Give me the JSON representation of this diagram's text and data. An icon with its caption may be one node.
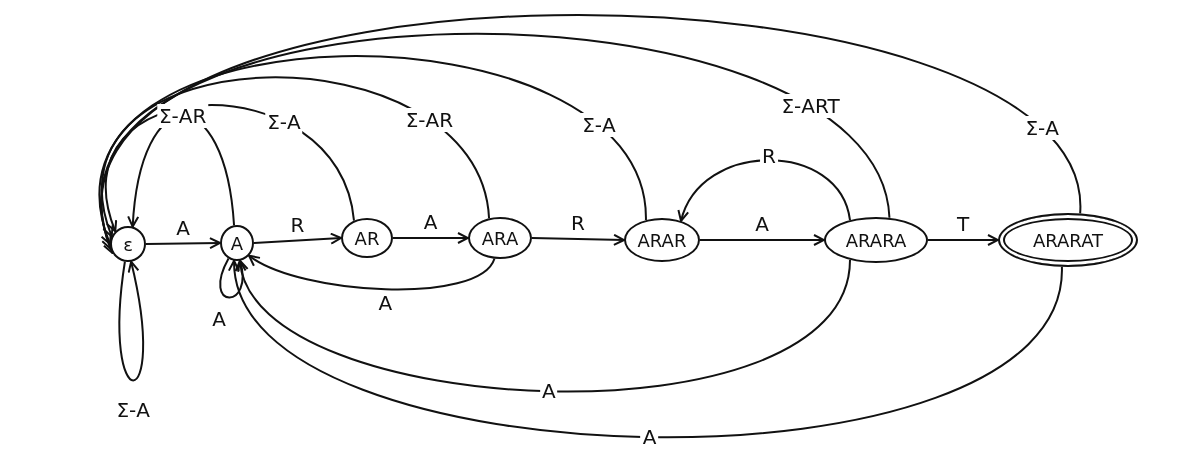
{
  "diagram": {
    "nodes": [
      {
        "text": [
          "ε"
        ]
      },
      {
        "text": [
          "A"
        ]
      },
      {
        "text": [
          "AR"
        ]
      },
      {
        "text": [
          "ARA"
        ]
      },
      {
        "text": [
          "ARAR"
        ]
      },
      {
        "text": [
          "ARARA"
        ]
      },
      {
        "text": [
          "ARARAT"
        ]
      }
    ],
    "edges": [
      {
        "from": 0,
        "to": 1,
        "arrow": "to",
        "label": "A"
      },
      {
        "from": 1,
        "to": 2,
        "arrow": "to",
        "label": "R"
      },
      {
        "from": 2,
        "to": 3,
        "arrow": "to",
        "label": "A"
      },
      {
        "from": 3,
        "to": 4,
        "arrow": "to",
        "label": "R"
      },
      {
        "from": 4,
        "to": 5,
        "arrow": "to",
        "label": "A"
      },
      {
        "from": 5,
        "to": 6,
        "arrow": "to",
        "label": "T"
      },
      {
        "from": 1,
        "to": 0,
        "arrow": "to",
        "label": "Σ-AR"
      },
      {
        "from": 2,
        "to": 0,
        "arrow": "to",
        "label": "Σ-A"
      },
      {
        "from": 3,
        "to": 0,
        "arrow": "to",
        "label": "Σ-AR"
      },
      {
        "from": 4,
        "to": 0,
        "arrow": "to",
        "label": "Σ-A"
      },
      {
        "from": 5,
        "to": 0,
        "arrow": "to",
        "label": "Σ-ART"
      },
      {
        "from": 6,
        "to": 0,
        "arrow": "to",
        "label": "Σ-A"
      },
      {
        "from": 5,
        "to": 4,
        "arrow": "to",
        "label": "R"
      },
      {
        "from": 3,
        "to": 1,
        "arrow": "to",
        "label": "A"
      },
      {
        "from": 5,
        "to": 1,
        "arrow": "to",
        "label": "A"
      },
      {
        "from": 6,
        "to": 1,
        "arrow": "to",
        "label": "A"
      },
      {
        "from": 1,
        "to": 1,
        "arrow": "to",
        "label": "A"
      },
      {
        "from": 0,
        "to": 0,
        "arrow": "to",
        "label": "Σ-A"
      }
    ]
  }
}
